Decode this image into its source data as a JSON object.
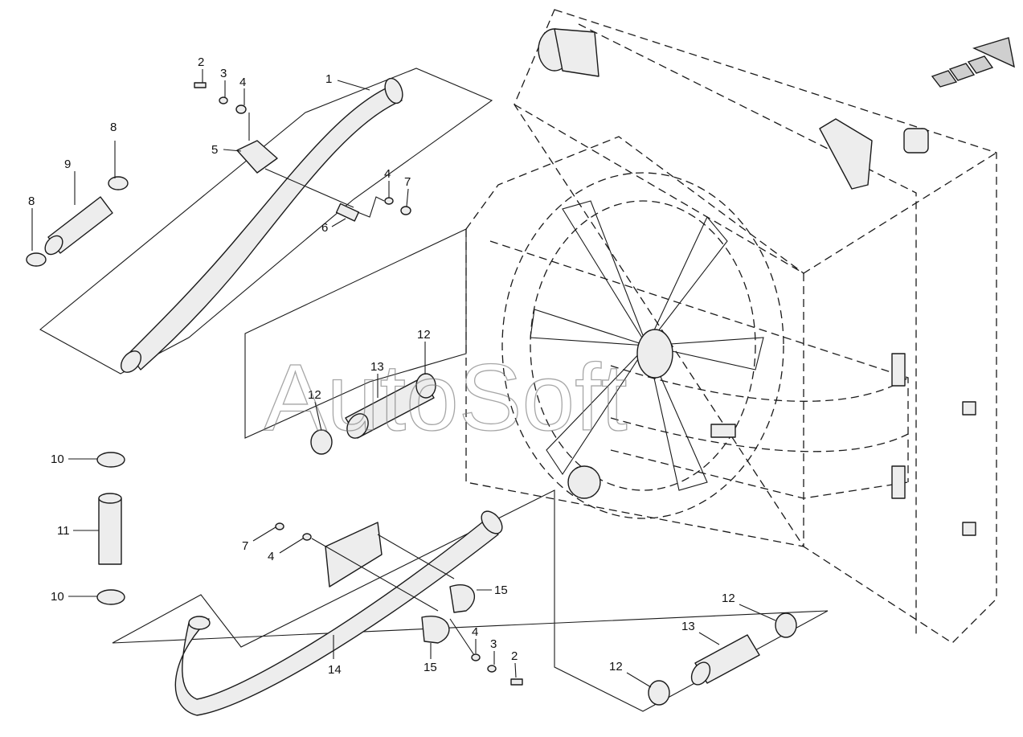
{
  "watermark": "AutoSoft",
  "callouts": [
    {
      "id": "c1",
      "text": "1"
    },
    {
      "id": "c2a",
      "text": "2"
    },
    {
      "id": "c3a",
      "text": "3"
    },
    {
      "id": "c4a",
      "text": "4"
    },
    {
      "id": "c5",
      "text": "5"
    },
    {
      "id": "c4b",
      "text": "4"
    },
    {
      "id": "c7a",
      "text": "7"
    },
    {
      "id": "c6",
      "text": "6"
    },
    {
      "id": "c8a",
      "text": "8"
    },
    {
      "id": "c9",
      "text": "9"
    },
    {
      "id": "c8b",
      "text": "8"
    },
    {
      "id": "c12a",
      "text": "12"
    },
    {
      "id": "c13a",
      "text": "13"
    },
    {
      "id": "c12b",
      "text": "12"
    },
    {
      "id": "c10a",
      "text": "10"
    },
    {
      "id": "c11",
      "text": "11"
    },
    {
      "id": "c10b",
      "text": "10"
    },
    {
      "id": "c7b",
      "text": "7"
    },
    {
      "id": "c4c",
      "text": "4"
    },
    {
      "id": "c15a",
      "text": "15"
    },
    {
      "id": "c14",
      "text": "14"
    },
    {
      "id": "c15b",
      "text": "15"
    },
    {
      "id": "c4d",
      "text": "4"
    },
    {
      "id": "c3b",
      "text": "3"
    },
    {
      "id": "c2b",
      "text": "2"
    },
    {
      "id": "c12c",
      "text": "12"
    },
    {
      "id": "c13b",
      "text": "13"
    },
    {
      "id": "c12d",
      "text": "12"
    }
  ]
}
